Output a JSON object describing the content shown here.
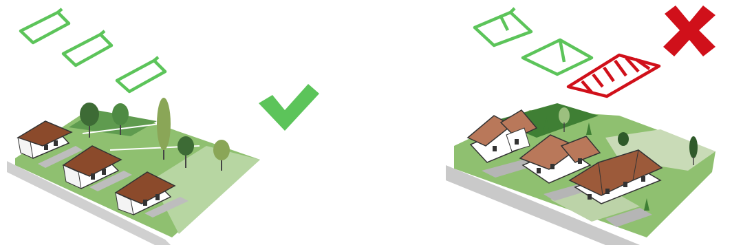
{
  "panels": [
    {
      "id": "good",
      "verdict": "correct",
      "roof_outline_count": 3,
      "house_count": 3,
      "mark_icon": "check-icon"
    },
    {
      "id": "bad",
      "verdict": "incorrect",
      "roof_outline_count": 3,
      "highlighted_roof_count": 1,
      "house_count": 3,
      "mark_icon": "x-icon"
    }
  ],
  "colors": {
    "check_green": "#5cc45a",
    "roof_outline_green": "#5cc45a",
    "cross_red": "#d0101a",
    "lawn_green": "#8fc070",
    "dark_lawn_green": "#3f7f34",
    "pale_lawn_green": "#b9d7a6",
    "roof_brown": "#8b4a2b",
    "road_gray": "#c9c9c9"
  }
}
